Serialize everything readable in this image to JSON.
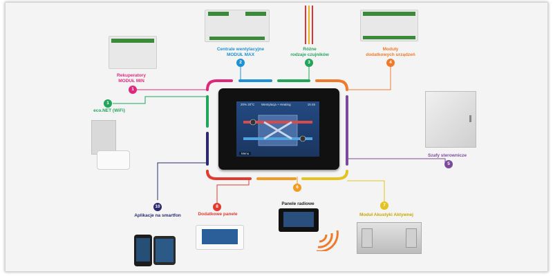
{
  "nodes": [
    {
      "number": "1",
      "label": [
        "eco.NET (WiFi)"
      ],
      "color": "#22a55b"
    },
    {
      "number": "1",
      "label": [
        "Rekuperatory",
        "MODUŁ MIN"
      ],
      "color": "#e0287a"
    },
    {
      "number": "2",
      "label": [
        "Centrale wentylacyjne",
        "MODUŁ MAX"
      ],
      "color": "#1e90d6"
    },
    {
      "number": "3",
      "label": [
        "Różne",
        "rodzaje czujników"
      ],
      "color": "#22a55b"
    },
    {
      "number": "4",
      "label": [
        "Moduły",
        "dodatkowych urządzeń"
      ],
      "color": "#f07a2b"
    },
    {
      "number": "5",
      "label": [
        "Szafy sterownicze"
      ],
      "color": "#7a4a9c"
    },
    {
      "number": "6",
      "label": [
        "Panele radiowe"
      ],
      "color": "#f49a21"
    },
    {
      "number": "7",
      "label": [
        "Moduł Akustyki Aktywnej"
      ],
      "color": "#e3c31f"
    },
    {
      "number": "8",
      "label": [
        "Dodatkowe panele"
      ],
      "color": "#e23a2e"
    },
    {
      "number": "10",
      "label": [
        "Aplikacje na smartfon"
      ],
      "color": "#2a2a6e"
    }
  ],
  "center_screen": {
    "status_left": "20%  20°C",
    "status_center": "Wentylacja + Heating",
    "status_right": "15:45",
    "menu_label": "Menu"
  },
  "colors": {
    "card_bg": "#f4f4f4",
    "frame_top": [
      "#e0287a",
      "#1e90d6",
      "#22a55b",
      "#f07a2b"
    ],
    "frame_bottom": [
      "#e23a2e",
      "#f49a21",
      "#e3c31f"
    ],
    "frame_left": [
      "#22a55b",
      "#2a2a6e"
    ],
    "frame_right": [
      "#7a4a9c"
    ]
  }
}
